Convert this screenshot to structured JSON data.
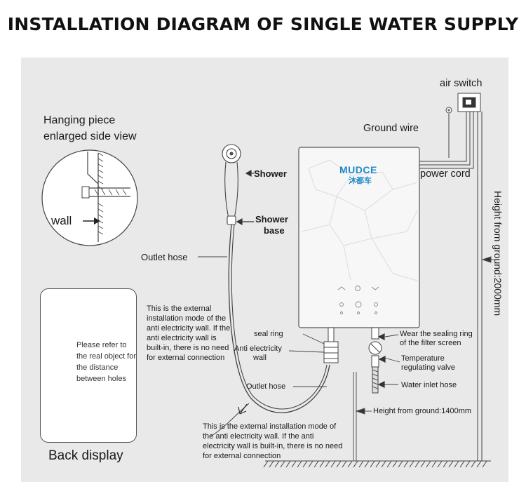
{
  "title": "INSTALLATION DIAGRAM OF SINGLE WATER SUPPLY",
  "brand": {
    "name": "MUDCE",
    "name_cn": "沐都车"
  },
  "labels": {
    "air_switch": "air switch",
    "ground_wire": "Ground wire",
    "power_cord": "power cord",
    "hanging_piece": "Hanging piece",
    "enlarged_side_view": "enlarged side view",
    "wall": "wall",
    "shower": "Shower",
    "shower_base_1": "Shower",
    "shower_base_2": "base",
    "outlet_hose": "Outlet hose",
    "outlet_hose_2": "Outlet hose",
    "seal_ring": "seal ring",
    "anti_electricity_wall_1": "Anti electricity",
    "anti_electricity_wall_2": "wall",
    "sealing_ring_1": "Wear the sealing ring",
    "sealing_ring_2": "of the filter screen",
    "temp_valve_1": "Temperature",
    "temp_valve_2": "regulating valve",
    "water_inlet_hose": "Water inlet hose",
    "height_1400": "Height from ground:1400mm",
    "height_2000": "Height from ground:2000mm",
    "back_display": "Back display"
  },
  "notes": {
    "external_mode_top": "This is the external installation mode of the anti electricity wall. If the anti electricity wall is built-in, there is no need for external connection",
    "external_mode_bottom": "This is the external installation mode of the anti electricity wall. If the anti electricity wall is built-in, there is no need for external connection",
    "holes": "Please refer to the real object for the distance between holes"
  },
  "colors": {
    "brand": "#1e88c8",
    "panel": "#e9e9e9",
    "line": "#333333"
  }
}
